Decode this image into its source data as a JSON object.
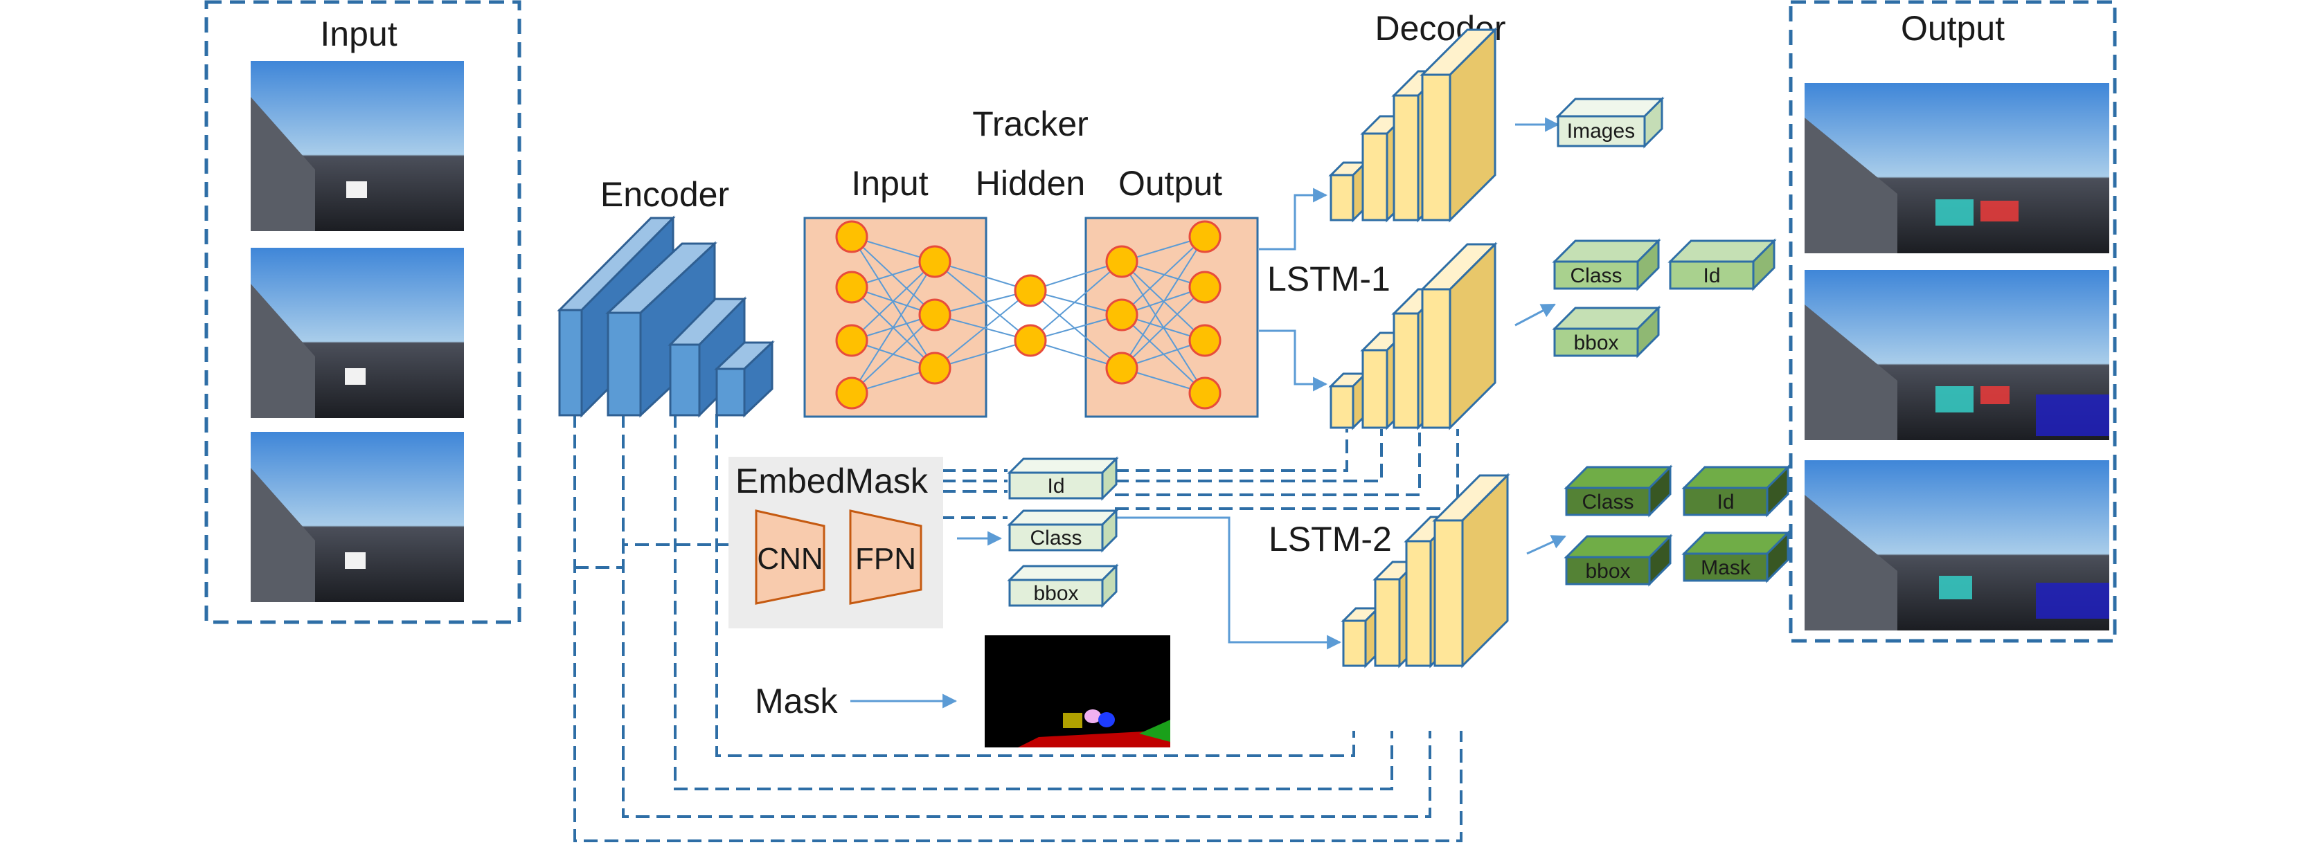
{
  "input_panel": {
    "title": "Input"
  },
  "output_panel": {
    "title": "Output"
  },
  "encoder": {
    "label": "Encoder"
  },
  "tracker": {
    "title": "Tracker",
    "input_label": "Input",
    "hidden_label": "Hidden",
    "output_label": "Output"
  },
  "decoder": {
    "label": "Decoder",
    "output": "Images"
  },
  "lstm1": {
    "label": "LSTM-1",
    "outputs": [
      "Class",
      "Id",
      "bbox"
    ]
  },
  "lstm2": {
    "label": "LSTM-2",
    "outputs": [
      "Class",
      "Id",
      "bbox",
      "Mask"
    ]
  },
  "embedmask": {
    "title": "EmbedMask",
    "cnn": "CNN",
    "fpn": "FPN",
    "outputs": [
      "Id",
      "Class",
      "bbox"
    ]
  },
  "mask": {
    "label": "Mask"
  },
  "colors": {
    "encoder_blue": "#5b9bd5",
    "decoder_yellow": "#ffe699",
    "tracker_fill": "#f8cbad",
    "neuron_fill": "#ffc000",
    "neuron_stroke": "#e74c3c",
    "dashed_line": "#2e6ea6",
    "lstm1_box": "#a9d18e",
    "lstm2_box": "#548235",
    "light_box": "#e2efda"
  }
}
